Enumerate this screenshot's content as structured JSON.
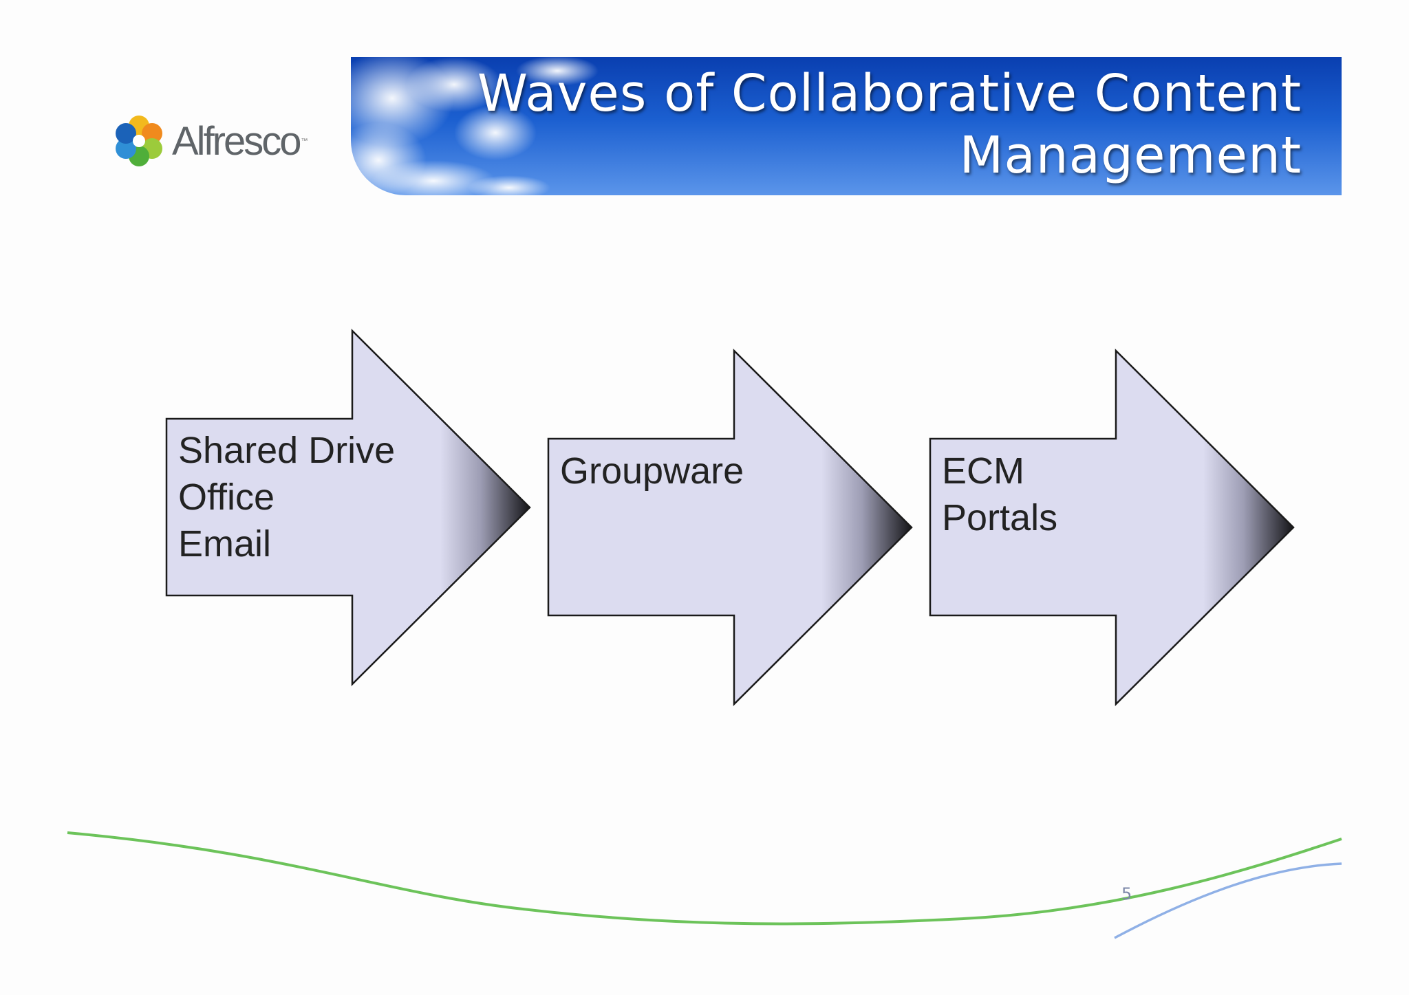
{
  "logo": {
    "text": "Alfresco",
    "tm": "™"
  },
  "title": {
    "line1": "Waves of Collaborative Content",
    "line2": "Management"
  },
  "arrows": [
    {
      "lines": [
        "Shared Drive",
        "Office",
        "Email"
      ]
    },
    {
      "lines": [
        "Groupware"
      ]
    },
    {
      "lines": [
        "ECM",
        "Portals"
      ]
    }
  ],
  "page_number": "5",
  "colors": {
    "arrow_fill": "#dcdcf0",
    "arrow_tip": "#151518",
    "banner_top": "#0a3fb0",
    "banner_bottom": "#5b95ea",
    "wave_green": "#6cc35a",
    "wave_blue": "#8fb0e6"
  }
}
